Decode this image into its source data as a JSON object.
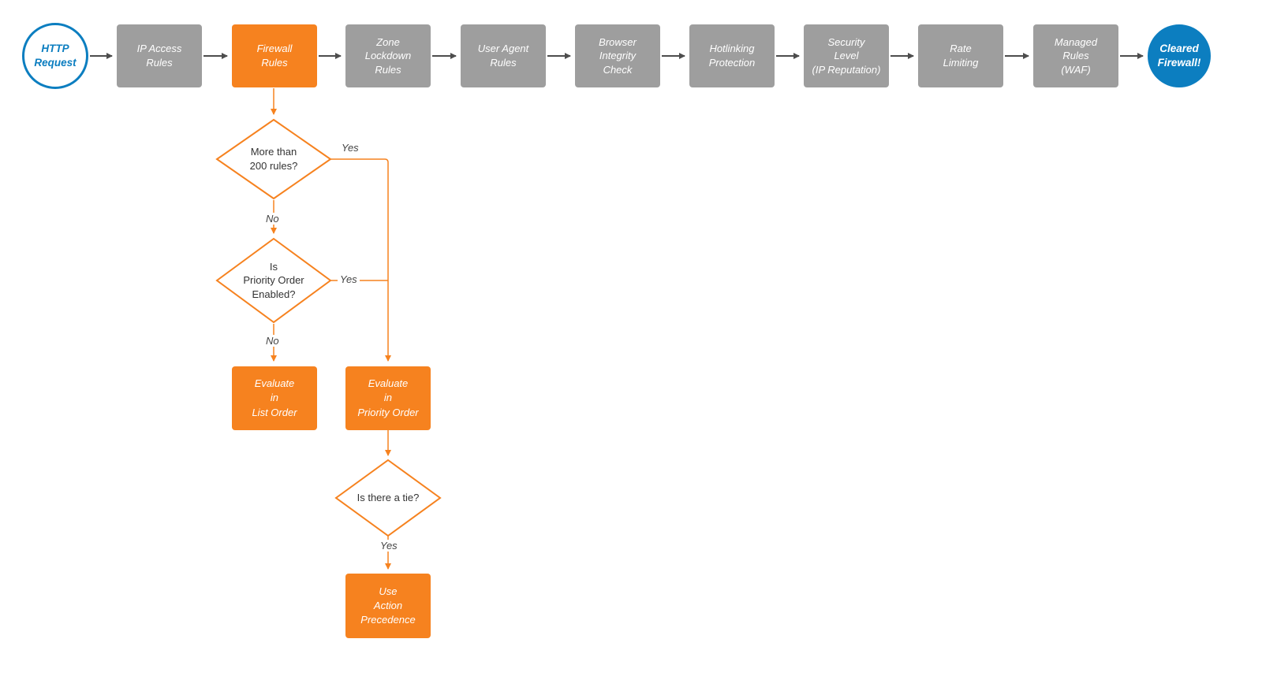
{
  "colors": {
    "accent_orange": "#F6821F",
    "stage_gray": "#9E9E9E",
    "terminal_blue": "#0C7EC0",
    "arrow_gray": "#4D4D4D"
  },
  "pipeline": {
    "start": {
      "label": "HTTP\nRequest"
    },
    "stages": [
      {
        "label": "IP Access\nRules",
        "active": false
      },
      {
        "label": "Firewall\nRules",
        "active": true
      },
      {
        "label": "Zone\nLockdown\nRules",
        "active": false
      },
      {
        "label": "User Agent\nRules",
        "active": false
      },
      {
        "label": "Browser\nIntegrity\nCheck",
        "active": false
      },
      {
        "label": "Hotlinking\nProtection",
        "active": false
      },
      {
        "label": "Security\nLevel\n(IP Reputation)",
        "active": false
      },
      {
        "label": "Rate\nLimiting",
        "active": false
      },
      {
        "label": "Managed\nRules\n(WAF)",
        "active": false
      }
    ],
    "end": {
      "label": "Cleared\nFirewall!"
    }
  },
  "subflow": {
    "decision_rules": {
      "label": "More than\n200 rules?"
    },
    "decision_priority": {
      "label": "Is\nPriority Order\nEnabled?"
    },
    "decision_tie": {
      "label": "Is there a tie?"
    },
    "evaluate_list": {
      "label": "Evaluate\nin\nList Order"
    },
    "evaluate_priority": {
      "label": "Evaluate\nin\nPriority Order"
    },
    "action_precedence": {
      "label": "Use\nAction\nPrecedence"
    },
    "edge_labels": {
      "rules_yes": "Yes",
      "rules_no": "No",
      "priority_yes": "Yes",
      "priority_no": "No",
      "tie_yes": "Yes"
    }
  }
}
